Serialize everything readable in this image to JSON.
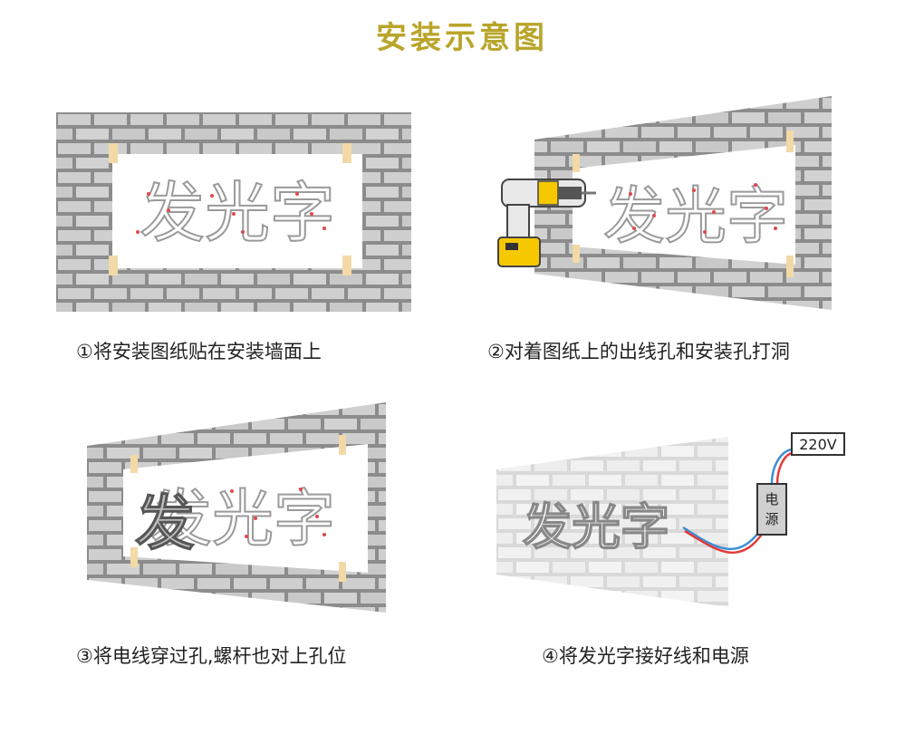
{
  "title": "安装示意图",
  "sign_text": "发光字",
  "steps": [
    {
      "caption": "①将安装图纸贴在安装墙面上"
    },
    {
      "caption": "②对着图纸上的出线孔和安装孔打洞"
    },
    {
      "caption": "③将电线穿过孔,螺杆也对上孔位"
    },
    {
      "caption": "④将发光字接好线和电源"
    }
  ],
  "power": {
    "voltage": "220V",
    "box_label_1": "电",
    "box_label_2": "源"
  },
  "colors": {
    "title": "#b9a52a",
    "brick_face": "#cfcfcf",
    "mortar": "#8c8c8c",
    "tape": "#f2d9a6",
    "drill_yellow": "#f6c800",
    "wire_red": "#e23a3a",
    "wire_blue": "#3d8fd6"
  },
  "icons": [
    "drill-icon",
    "power-supply-icon",
    "tape-icon"
  ]
}
